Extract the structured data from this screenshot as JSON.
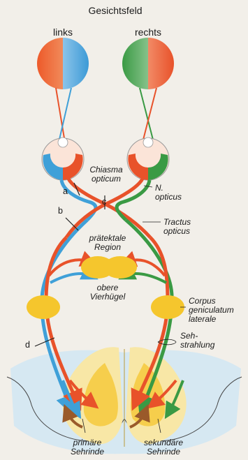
{
  "title": "Gesichtsfeld",
  "fields": {
    "left": "links",
    "right": "rechts"
  },
  "markers": {
    "a": "a",
    "b": "b",
    "c": "c",
    "d": "d"
  },
  "chiasma": [
    "Chiasma",
    "opticum"
  ],
  "nervus": [
    "N.",
    "opticus"
  ],
  "tractus": [
    "Tractus",
    "opticus"
  ],
  "praetectal": [
    "prätektale",
    "Region"
  ],
  "colliculi": [
    "obere",
    "Vierhügel"
  ],
  "lgn": [
    "Corpus",
    "geniculatum",
    "laterale"
  ],
  "radiation": [
    "Seh-",
    "strahlung"
  ],
  "primary_cortex": [
    "primäre",
    "Sehrinde"
  ],
  "secondary_cortex": [
    "sekundäre",
    "Sehrinde"
  ],
  "colors": {
    "red": "#e8522a",
    "blue": "#3fa0d8",
    "green": "#3a9a44",
    "yellow": "#f5c62d",
    "pale_yellow": "#f8e7a6",
    "pale_blue": "#d6e8f2",
    "brown": "#9a5a2a"
  }
}
